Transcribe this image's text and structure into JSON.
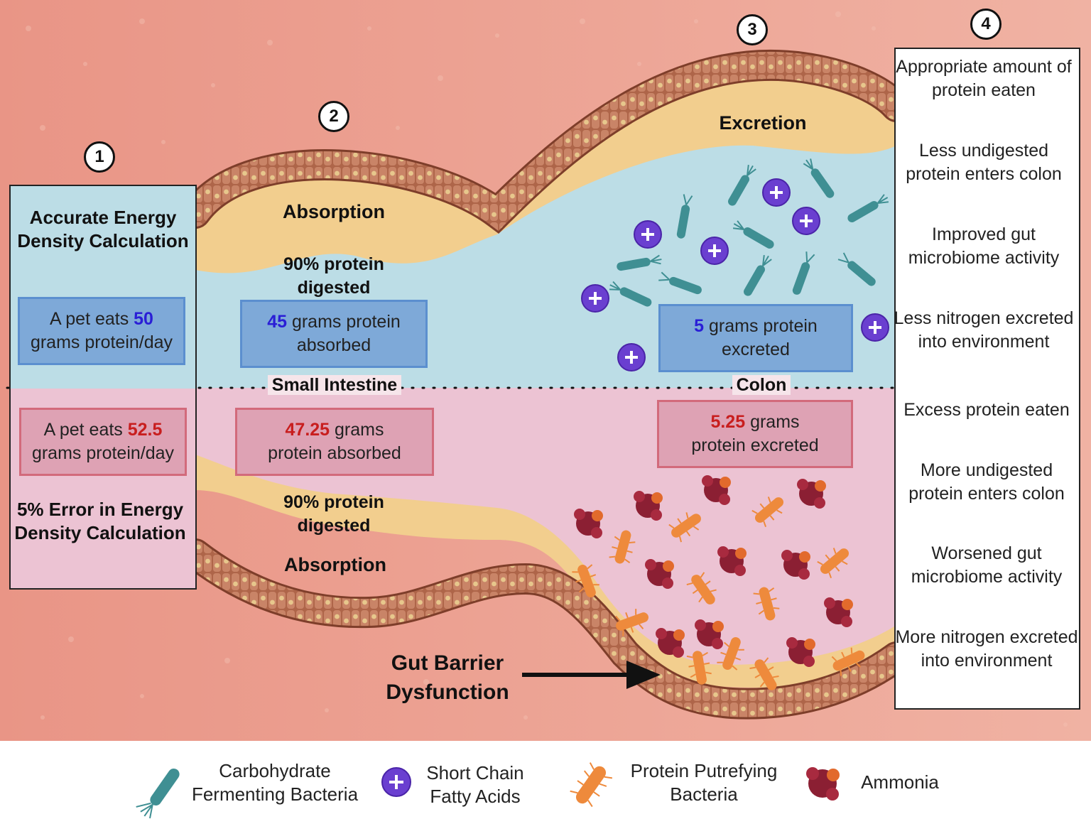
{
  "step_numbers": [
    "1",
    "2",
    "3",
    "4"
  ],
  "left_panel": {
    "top_title": "Accurate Energy Density Calculation",
    "top_box": {
      "prefix": "A pet eats ",
      "value": "50",
      "suffix": "grams protein/day"
    },
    "bottom_box": {
      "prefix": "A pet eats ",
      "value": "52.5",
      "suffix": "grams protein/day"
    },
    "bottom_title": "5% Error in Energy Density Calculation"
  },
  "small_intestine": {
    "label": "Small Intestine",
    "top_absorption": "Absorption",
    "top_digested": "90% protein digested",
    "top_box": {
      "value": "45",
      "text_line1": " grams protein",
      "text_line2": "absorbed"
    },
    "bottom_box": {
      "value": "47.25",
      "text_line1": " grams",
      "text_line2": "protein absorbed"
    },
    "bottom_digested": "90% protein digested",
    "bottom_absorption": "Absorption"
  },
  "colon": {
    "label": "Colon",
    "excretion": "Excretion",
    "top_box": {
      "value": "5",
      "text_line1": " grams protein",
      "text_line2": "excreted"
    },
    "bottom_box": {
      "value": "5.25",
      "text_line1": " grams",
      "text_line2": "protein excreted"
    },
    "gut_barrier": "Gut Barrier Dysfunction"
  },
  "outcomes": {
    "positive": [
      "Appropriate amount of protein eaten",
      "Less undigested protein enters colon",
      "Improved gut microbiome activity",
      "Less nitrogen excreted into environment"
    ],
    "negative": [
      "Excess protein eaten",
      "More undigested protein enters colon",
      "Worsened gut microbiome activity",
      "More nitrogen excreted into environment"
    ]
  },
  "legend": [
    {
      "icon": "carbohydrate-bacteria-icon",
      "label": "Carbohydrate Fermenting Bacteria"
    },
    {
      "icon": "scfa-icon",
      "label": "Short Chain Fatty Acids"
    },
    {
      "icon": "protein-bacteria-icon",
      "label": "Protein Putrefying Bacteria"
    },
    {
      "icon": "ammonia-icon",
      "label": "Ammonia"
    }
  ],
  "colors": {
    "background": "#eeaa9a",
    "lumen_top": "#bcdde6",
    "lumen_bottom": "#ecc3d3",
    "mucus": "#f3cf8e",
    "wall": "#b06a4c",
    "scfa": "#6a3fd0",
    "carb_bacteria": "#3f8f93",
    "protein_bacteria": "#ee8a3c",
    "ammonia": "#8b1f33"
  }
}
